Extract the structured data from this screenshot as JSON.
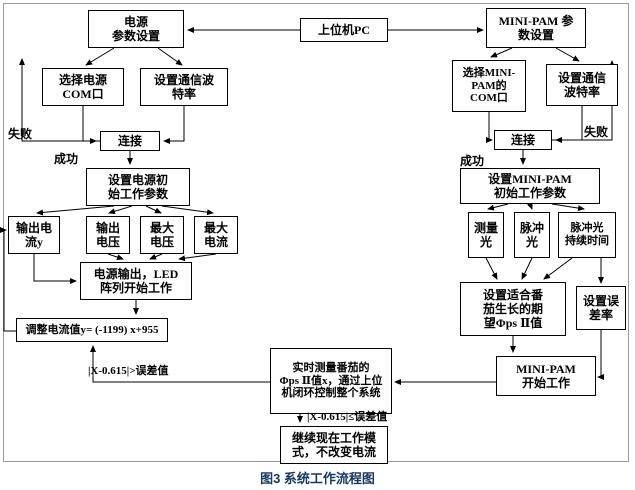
{
  "caption": "图3 系统工作流程图",
  "colors": {
    "caption": "#17375d",
    "line": "#000000"
  },
  "nodes": {
    "pc": "上位机PC",
    "power_settings": "电源\n参数设置",
    "pam_settings": "MINI-PAM 参\n数设置",
    "select_power_com": "选择电源\nCOM口",
    "power_baud": "设置通信波\n特率",
    "connect_left": "连接",
    "power_init": "设置电源初\n始工作参数",
    "output_current": "输出电\n流y",
    "output_voltage": "输出\n电压",
    "max_voltage": "最大\n电压",
    "max_current": "最大\n电流",
    "led_start": "电源输出，LED\n阵列开始工作",
    "adjust_current": "调整电流值y= (-1199) x+955",
    "select_pam_com": "选择MINI-\nPAM的\nCOM口",
    "pam_baud": "设置通信\n波特率",
    "connect_right": "连接",
    "pam_init": "设置MINI-PAM\n初始工作参数",
    "measure_light": "测量\n光",
    "pulse_light": "脉冲\n光",
    "pulse_duration": "脉冲光\n持续时间",
    "expected_phi": "设置适合番\n茄生长的期\n望Φps Ⅱ值",
    "error_rate": "设置误\n差率",
    "pam_start": "MINI-PAM\n开始工作",
    "realtime_measure": "实时测量番茄的\nΦps Ⅱ值x，通过上位\n机闭环控制整个系统",
    "keep_mode": "继续现在工作模\n式，不改变电流"
  },
  "labels": {
    "fail_left": "失败",
    "success_left": "成功",
    "fail_right": "失败",
    "success_right": "成功",
    "feedback_gt": "|X-0.615|>误差值",
    "feedback_le": "|X-0.615|≤误差值"
  }
}
